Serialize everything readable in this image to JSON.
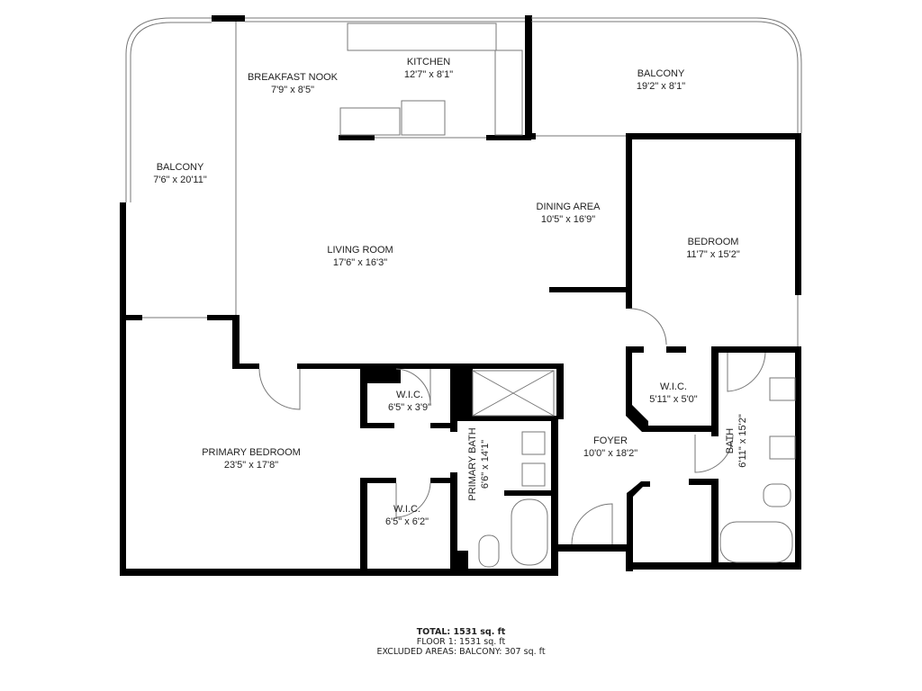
{
  "rooms": [
    {
      "name": "BREAKFAST NOOK",
      "dims": "7'9\" x 8'5\""
    },
    {
      "name": "KITCHEN",
      "dims": "12'7\" x 8'1\""
    },
    {
      "name": "BALCONY",
      "dims": "19'2\" x 8'1\""
    },
    {
      "name": "BALCONY",
      "dims": "7'6\" x 20'11\""
    },
    {
      "name": "DINING AREA",
      "dims": "10'5\" x 16'9\""
    },
    {
      "name": "LIVING ROOM",
      "dims": "17'6\" x 16'3\""
    },
    {
      "name": "BEDROOM",
      "dims": "11'7\" x 15'2\""
    },
    {
      "name": "W.I.C.",
      "dims": "5'11\" x 5'0\""
    },
    {
      "name": "W.I.C.",
      "dims": "6'5\" x 3'9\""
    },
    {
      "name": "PRIMARY BEDROOM",
      "dims": "23'5\" x 17'8\""
    },
    {
      "name": "PRIMARY BATH",
      "dims": "6'6\" x 14'1\""
    },
    {
      "name": "FOYER",
      "dims": "10'0\" x 18'2\""
    },
    {
      "name": "BATH",
      "dims": "6'11\" x 15'2\""
    },
    {
      "name": "W.I.C.",
      "dims": "6'5\" x 6'2\""
    }
  ],
  "summary": {
    "total": "TOTAL: 1531 sq. ft",
    "floor": "FLOOR 1: 1531 sq. ft",
    "excluded": "EXCLUDED AREAS: BALCONY: 307 sq. ft"
  }
}
